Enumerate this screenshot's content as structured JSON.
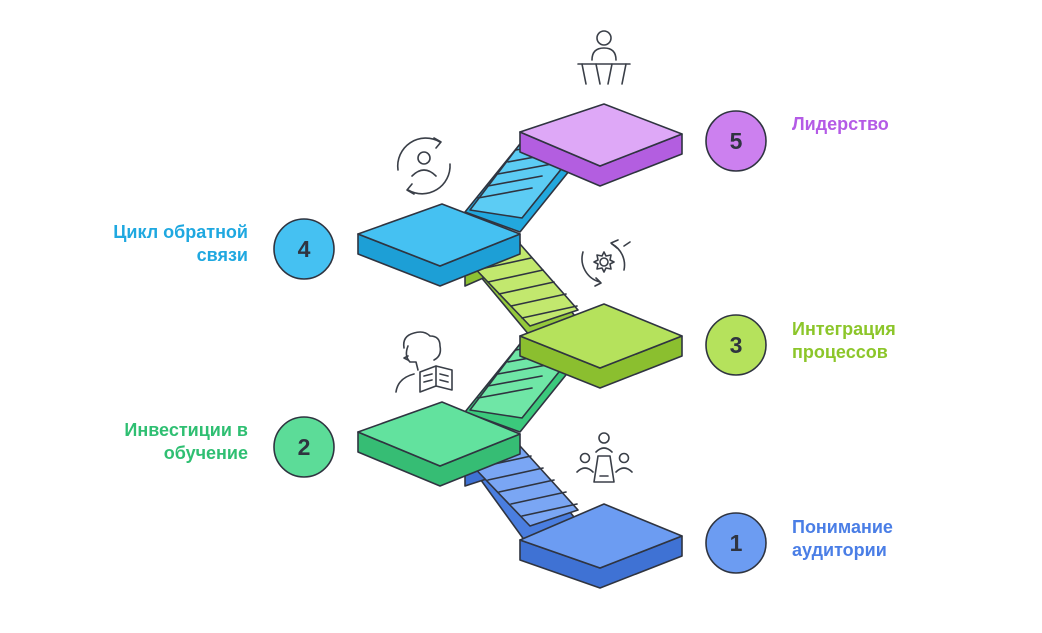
{
  "steps": [
    {
      "number": "1",
      "lines": [
        "Понимание",
        "аудитории"
      ],
      "color": "#5b8def",
      "icon": "meeting-table-icon"
    },
    {
      "number": "2",
      "lines": [
        "Инвестиции в",
        "обучение"
      ],
      "color": "#4dd88e",
      "icon": "reader-book-icon"
    },
    {
      "number": "3",
      "lines": [
        "Интеграция",
        "процессов"
      ],
      "color": "#a6d94a",
      "icon": "gear-cycle-icon"
    },
    {
      "number": "4",
      "lines": [
        "Цикл обратной",
        "связи"
      ],
      "color": "#33b8ec",
      "icon": "person-cycle-icon"
    },
    {
      "number": "5",
      "lines": [
        "Лидерство"
      ],
      "color": "#cc73ee",
      "icon": "speaker-podium-icon"
    }
  ]
}
